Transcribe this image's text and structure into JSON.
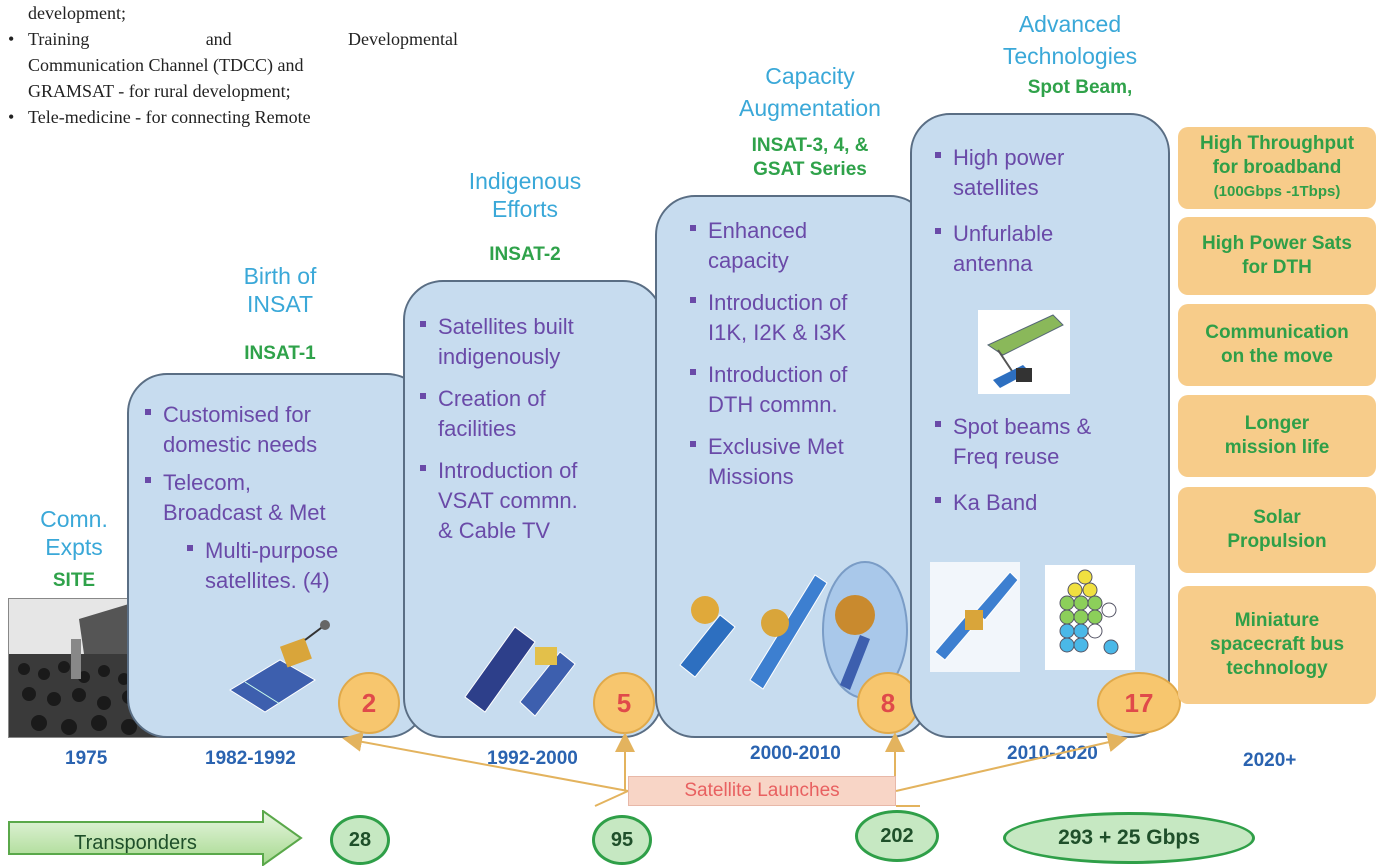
{
  "intro": {
    "line1": "development;",
    "b2_w1": "Training",
    "b2_w2": "and",
    "b2_w3": "Developmental",
    "b2_line2": "Communication Channel (TDCC) and",
    "b2_line3": "GRAMSAT - for rural development;",
    "b3_line1": "Tele-medicine - for connecting Remote"
  },
  "eras": [
    {
      "head1": "Comn.",
      "head2": "Expts",
      "series": "SITE",
      "year": "1975"
    },
    {
      "head1": "Birth of",
      "head2": "INSAT",
      "series": "INSAT-1",
      "year": "1982-1992",
      "launches": "2",
      "bullets": [
        "Customised for",
        "domestic needs",
        "Telecom,",
        "Broadcast & Met",
        "Multi-purpose",
        "satellites. (4)"
      ]
    },
    {
      "head1": "Indigenous",
      "head2": "Efforts",
      "series": "INSAT-2",
      "year": "1992-2000",
      "launches": "5",
      "bullets": [
        "Satellites built",
        "indigenously",
        "Creation of",
        "facilities",
        "Introduction of",
        "VSAT commn.",
        "& Cable TV"
      ]
    },
    {
      "head1": "Capacity",
      "head2": "Augmentation",
      "series1": "INSAT-3, 4, &",
      "series2": "GSAT Series",
      "year": "2000-2010",
      "launches": "8",
      "bullets": [
        "Enhanced",
        "capacity",
        "Introduction of",
        "I1K, I2K & I3K",
        "Introduction of",
        "DTH commn.",
        "Exclusive Met",
        "Missions"
      ]
    },
    {
      "head1": "Advanced",
      "head2": "Technologies",
      "series": "Spot Beam,",
      "year": "2010-2020",
      "launches": "17",
      "bullets": [
        "High power",
        "satellites",
        "Unfurlable",
        "antenna",
        "Spot beams &",
        "Freq reuse",
        "Ka Band"
      ]
    }
  ],
  "future": {
    "year": "2020+",
    "boxes": [
      {
        "l1": "High Throughput",
        "l2": "for broadband",
        "l3": "(100Gbps -1Tbps)"
      },
      {
        "l1": "High Power Sats",
        "l2": "for DTH"
      },
      {
        "l1": "Communication",
        "l2": "on the move"
      },
      {
        "l1": "Longer",
        "l2": "mission life"
      },
      {
        "l1": "Solar",
        "l2": "Propulsion"
      },
      {
        "l1": "Miniature",
        "l2": "spacecraft bus",
        "l3": "technology"
      }
    ]
  },
  "launch_label": "Satellite Launches",
  "transponders": {
    "label": "Transponders",
    "counts": [
      "28",
      "95",
      "202",
      "293 + 25 Gbps"
    ]
  },
  "colors": {
    "panel": "#c7dcef",
    "bullet_text": "#6a4aa8",
    "heading": "#3aa8d8",
    "series": "#2fa24a",
    "badge": "#f7c66e",
    "year": "#2a63b0",
    "future_box": "#f7cc8a"
  }
}
